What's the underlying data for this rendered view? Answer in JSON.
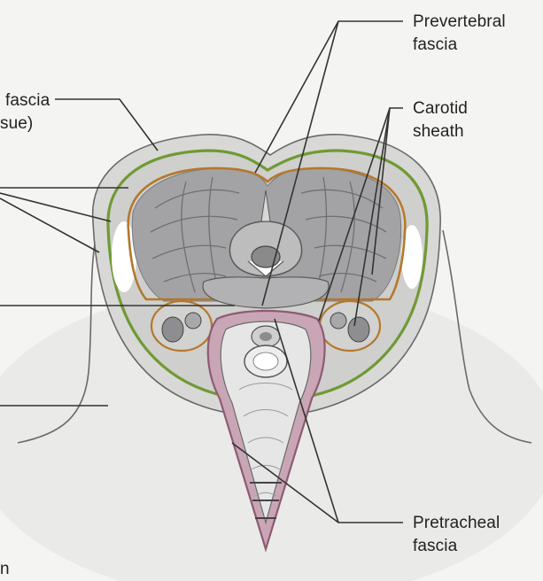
{
  "labels": {
    "left_fascia_line1": "fascia",
    "left_fascia_line2": "sue)",
    "left_bottom": "n",
    "prevertebral_line1": "Prevertebral",
    "prevertebral_line2": "fascia",
    "carotid_line1": "Carotid",
    "carotid_line2": "sheath",
    "pretracheal_line1": "Pretracheal",
    "pretracheal_line2": "fascia"
  },
  "colors": {
    "background": "#f4f4f2",
    "skin": "#dcdcda",
    "skin_outline": "#6a6a6a",
    "investing_fascia": "#6f9a34",
    "prevertebral_fascia": "#b4782c",
    "muscle": "#9a9a9c",
    "pretracheal_fascia": "#8e5a72",
    "pretracheal_fill": "#c9a6b6",
    "viscera": "#e4e4e4",
    "leader_line": "#333333"
  }
}
